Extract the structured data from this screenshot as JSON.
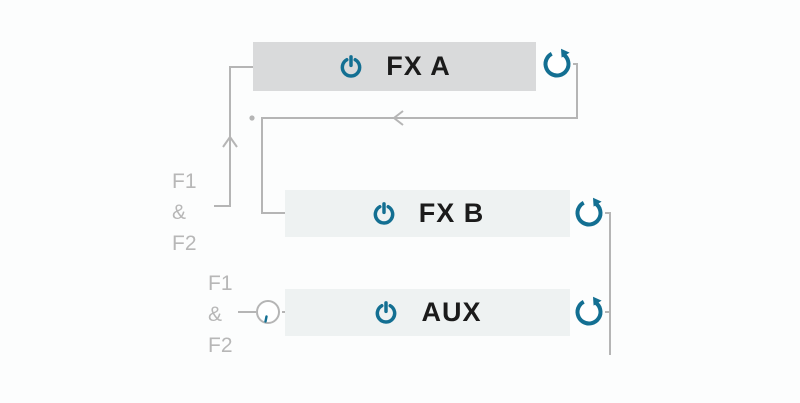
{
  "blocks": [
    {
      "id": "fx-a",
      "label": "FX A"
    },
    {
      "id": "fx-b",
      "label": "FX B"
    },
    {
      "id": "aux",
      "label": "AUX"
    }
  ],
  "side_labels": {
    "top": {
      "lines": [
        "F1",
        "&",
        "F2"
      ]
    },
    "bottom": {
      "lines": [
        "F1",
        "&",
        "F2"
      ]
    }
  },
  "icons": {
    "power": "power-icon",
    "reset": "rotate-cw-icon",
    "knob": "knob",
    "arrow_up": "arrow-up-icon",
    "arrow_left": "arrow-left-icon"
  },
  "colors": {
    "accent": "#136f92",
    "connector": "#b5b5b5",
    "bar_primary": "#d9dadb",
    "bar_secondary": "#eef2f2",
    "label_text": "#1b1b1b",
    "muted_text": "#b7b7b7",
    "background": "#fcfdfd"
  }
}
